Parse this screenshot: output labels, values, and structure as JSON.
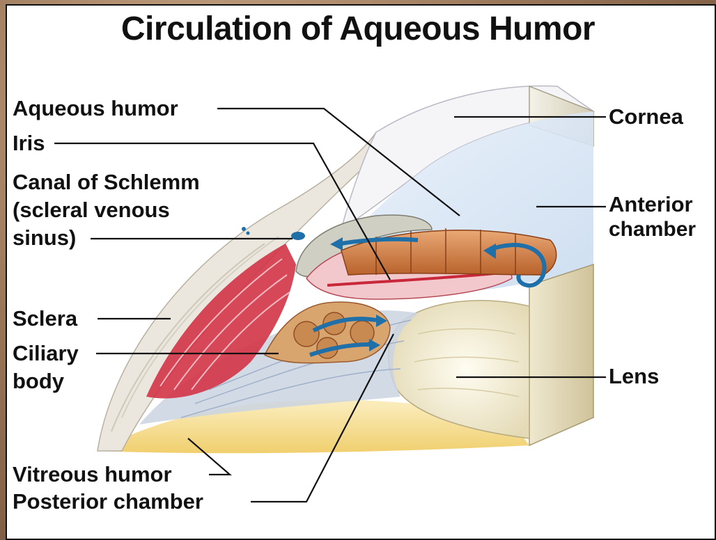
{
  "title": "Circulation of Aqueous Humor",
  "labels": {
    "aqueous_humor": "Aqueous humor",
    "iris": "Iris",
    "canal_line1": "Canal of Schlemm",
    "canal_line2": "(scleral venous",
    "canal_line3": "sinus)",
    "sclera": "Sclera",
    "ciliary_line1": "Ciliary",
    "ciliary_line2": "body",
    "vitreous_humor": "Vitreous humor",
    "posterior_chamber": "Posterior chamber",
    "cornea": "Cornea",
    "anterior_line1": "Anterior",
    "anterior_line2": "chamber",
    "lens": "Lens"
  },
  "colors": {
    "leader_line": "#111111",
    "flow_arrow": "#1f6fa8",
    "muscle": "#c8283a",
    "iris_tissue": "#c97a44",
    "sclera": "#e8e4dc",
    "cornea": "#f2f2f6",
    "vitreous": "#f3d98a",
    "anterior_chamber": "#d8e6f5"
  }
}
